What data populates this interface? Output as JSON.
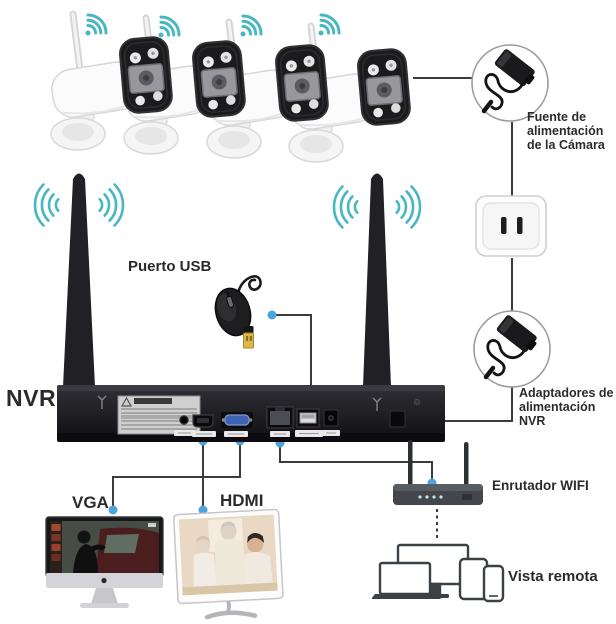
{
  "labels": {
    "camera_power_supply": [
      "Fuente de",
      "alimentación",
      "de la Cámara"
    ],
    "usb_port": "Puerto USB",
    "nvr": "NVR",
    "nvr_power_adapters": [
      "Adaptadores de",
      "alimentación",
      "NVR"
    ],
    "vga": "VGA",
    "hdmi": "HDMI",
    "wifi_router": "Enrutador WIFI",
    "remote_view": "Vista remota"
  },
  "devices": {
    "camera_count": 4,
    "nvr_antenna_count": 2,
    "remote_devices": [
      "laptop",
      "monitor",
      "tablet",
      "smartphone"
    ]
  },
  "icons": {
    "wifi_signal": "wifi-fan-icon",
    "wifi_waves": "wifi-side-waves-icon",
    "power_adapter": "power-adapter-icon",
    "wall_outlet": "wall-outlet-icon",
    "usb_mouse": "usb-mouse-icon",
    "connector_dot": "blue-connector-dot"
  },
  "colors": {
    "wifi_teal": "#49b7c1",
    "connector_dot_blue": "#4da3dd",
    "line_dark": "#3b3b3b",
    "nvr_body": "#1c1c20",
    "background": "#ffffff"
  }
}
